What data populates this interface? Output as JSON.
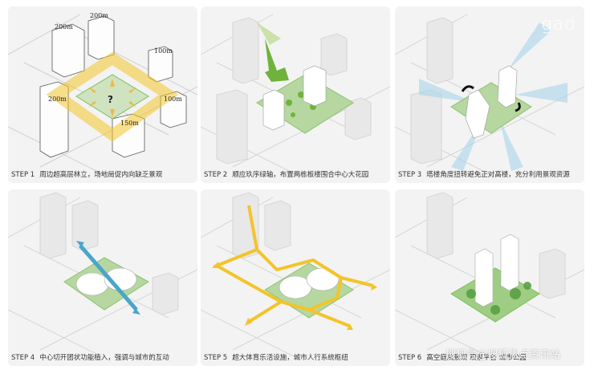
{
  "logo": "gad",
  "watermark": "搜狐号@搜狐焦点资讯站",
  "steps": [
    {
      "step": "STEP 1",
      "text": "周边超高层林立，场地局促内向缺乏景观"
    },
    {
      "step": "STEP 2",
      "text": "顺应玖序绿轴，布置两栋板楼围合中心大花园"
    },
    {
      "step": "STEP 3",
      "text": "塔楼角度扭转避免正对高楼，充分利用景观资源"
    },
    {
      "step": "STEP 4",
      "text": "中心切开团状功能植入，强调与城市的互动"
    },
    {
      "step": "STEP 5",
      "text": "超大体育乐活设施，城市人行系统枢纽"
    },
    {
      "step": "STEP 6",
      "text": "高空庭院景观 观景平台 城市公园"
    }
  ],
  "heights": {
    "h1": "200m",
    "h2": "200m",
    "h3": "100m",
    "h4": "200m",
    "h5": "100m",
    "h6": "150m",
    "q": "?"
  },
  "colors": {
    "green": "#7cbf5a",
    "yellow": "#f3c42a",
    "blue": "#5aa9d6",
    "gray": "#e3e3e3"
  }
}
